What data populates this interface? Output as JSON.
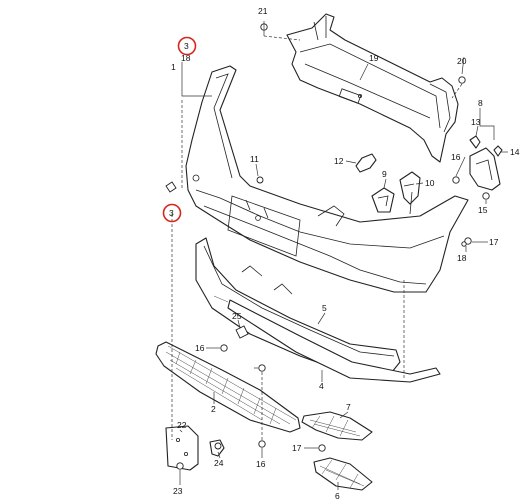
{
  "diagram": {
    "highlight_color": "#d9261c",
    "line_color": "#222222",
    "callouts": [
      {
        "id": "c1",
        "label": "1"
      },
      {
        "id": "c3a",
        "label": "3",
        "highlighted": true
      },
      {
        "id": "c18a",
        "label": "18"
      },
      {
        "id": "c3b",
        "label": "3",
        "highlighted": true
      },
      {
        "id": "c21",
        "label": "21"
      },
      {
        "id": "c19",
        "label": "19"
      },
      {
        "id": "c20",
        "label": "20"
      },
      {
        "id": "c8",
        "label": "8"
      },
      {
        "id": "c13",
        "label": "13"
      },
      {
        "id": "c16a",
        "label": "16"
      },
      {
        "id": "c14",
        "label": "14"
      },
      {
        "id": "c15",
        "label": "15"
      },
      {
        "id": "c11",
        "label": "11"
      },
      {
        "id": "c12",
        "label": "12"
      },
      {
        "id": "c9",
        "label": "9"
      },
      {
        "id": "c10",
        "label": "10"
      },
      {
        "id": "c17a",
        "label": "17"
      },
      {
        "id": "c18b",
        "label": "18"
      },
      {
        "id": "c5",
        "label": "5"
      },
      {
        "id": "c16b",
        "label": "16"
      },
      {
        "id": "c25",
        "label": "25"
      },
      {
        "id": "c4",
        "label": "4"
      },
      {
        "id": "c2",
        "label": "2"
      },
      {
        "id": "c7",
        "label": "7"
      },
      {
        "id": "c22",
        "label": "22"
      },
      {
        "id": "c24",
        "label": "24"
      },
      {
        "id": "c23",
        "label": "23"
      },
      {
        "id": "c16c",
        "label": "16"
      },
      {
        "id": "c17b",
        "label": "17"
      },
      {
        "id": "c6",
        "label": "6"
      }
    ]
  }
}
